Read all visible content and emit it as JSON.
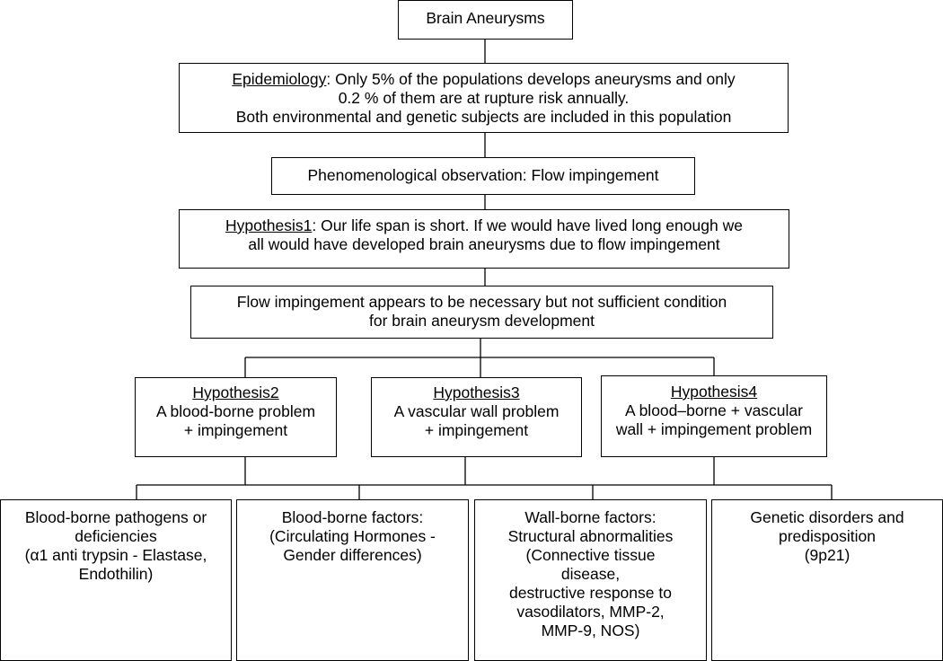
{
  "nodes": {
    "title": {
      "text": "Brain Aneurysms"
    },
    "epidemiology": {
      "heading": "Epidemiology",
      "line1_rest": ": Only  5% of the populations develops aneurysms and only",
      "line2": "0.2 % of them are at rupture risk annually.",
      "line3": "Both environmental  and genetic subjects are included in this population"
    },
    "phenomenological": {
      "text": "Phenomenological observation:  Flow impingement"
    },
    "hypothesis1": {
      "heading": "Hypothesis1",
      "line1_rest": ":  Our life span is short. If we would have lived long enough we",
      "line2": "all would have developed brain aneurysms due to flow impingement"
    },
    "flow_necessary": {
      "line1": "Flow impingement appears to be necessary but not sufficient condition",
      "line2": "for brain aneurysm  development"
    },
    "hypothesis2": {
      "heading": "Hypothesis2",
      "line1": "A blood-borne problem",
      "line2": "+ impingement"
    },
    "hypothesis3": {
      "heading": "Hypothesis3",
      "line1": "A vascular wall problem",
      "line2": "+ impingement"
    },
    "hypothesis4": {
      "heading": "Hypothesis4",
      "line1": "A blood–borne + vascular",
      "line2": "wall + impingement problem"
    },
    "pathogens": {
      "lines": [
        "Blood-borne pathogens or",
        "deficiencies",
        "(α1 anti trypsin - Elastase,",
        "Endothilin)"
      ]
    },
    "bb_factors": {
      "lines": [
        "Blood-borne factors:",
        "(Circulating Hormones -",
        "Gender differences)"
      ]
    },
    "wall_factors": {
      "lines": [
        "Wall-borne factors:",
        "Structural abnormalities",
        "(Connective tissue",
        "disease,",
        "destructive response to",
        "vasodilators, MMP-2,",
        "MMP-9, NOS)"
      ]
    },
    "genetic": {
      "lines": [
        "Genetic disorders and",
        "predisposition",
        "(9p21)"
      ]
    }
  }
}
